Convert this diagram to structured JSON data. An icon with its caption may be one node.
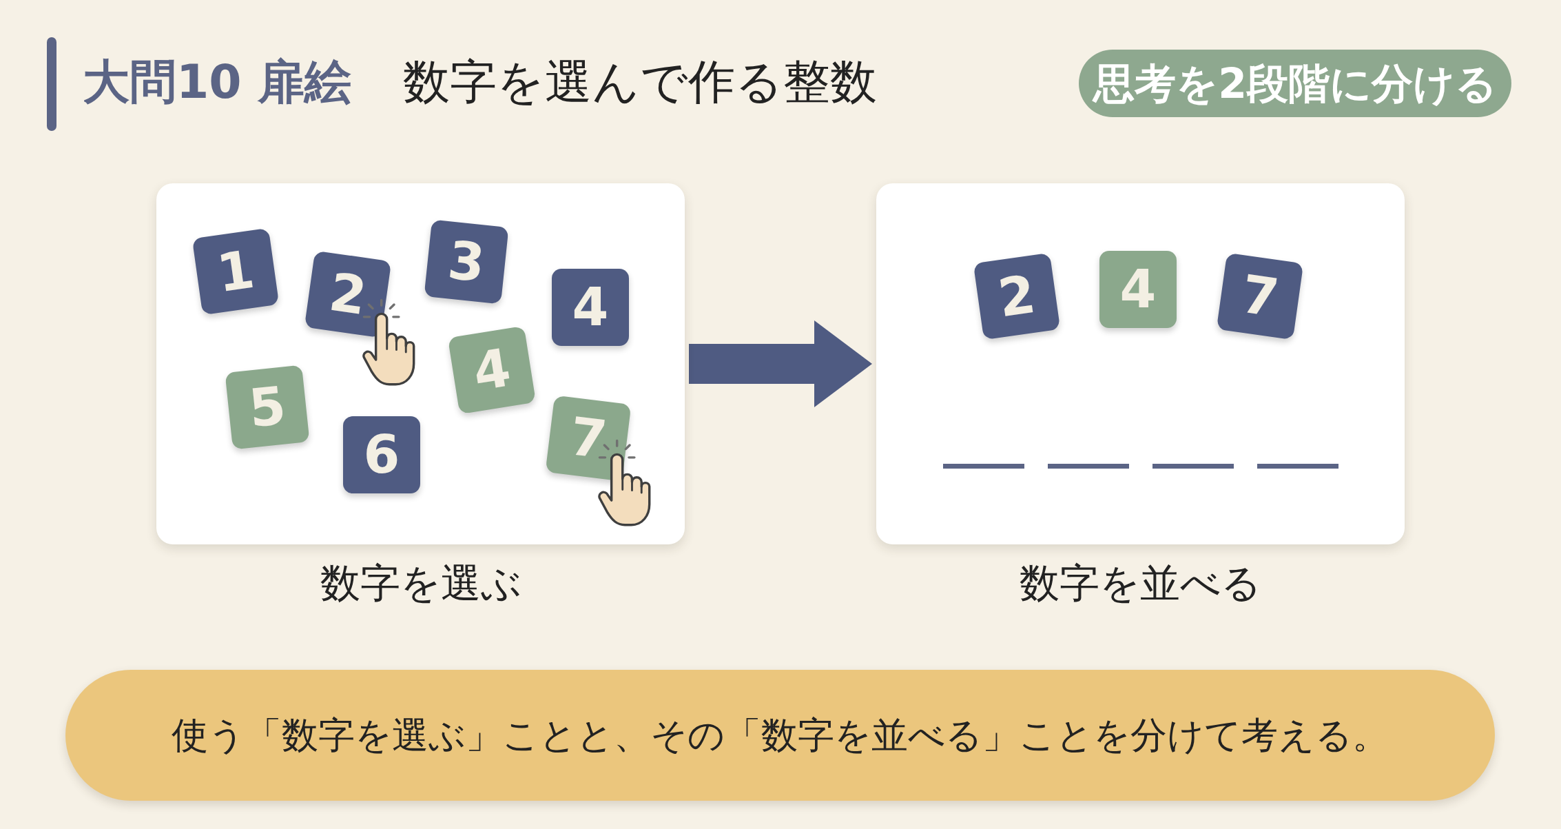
{
  "diagram": {
    "title": "数字を選んで作る整数",
    "nodes": [
      {
        "text": [
          "思考を2段階に分ける"
        ]
      },
      {
        "text": [],
        "shape": "box",
        "beside": [
          "数字を選ぶ"
        ]
      },
      {
        "text": [
          "1"
        ],
        "in": 1
      },
      {
        "text": [
          "2"
        ],
        "in": 1
      },
      {
        "text": [
          "3"
        ],
        "in": 1
      },
      {
        "text": [
          "4"
        ],
        "in": 1
      },
      {
        "text": [
          "5"
        ],
        "in": 1
      },
      {
        "text": [
          "4"
        ],
        "in": 1
      },
      {
        "text": [
          "6"
        ],
        "in": 1
      },
      {
        "text": [
          "7"
        ],
        "in": 1
      },
      {
        "text": [],
        "shape": "box",
        "beside": [
          "数字を並べる"
        ]
      },
      {
        "text": [
          "2"
        ],
        "in": 10
      },
      {
        "text": [
          "4"
        ],
        "in": 10
      },
      {
        "text": [
          "7"
        ],
        "in": 10
      },
      {
        "text": [
          "使う「数字を選ぶ」ことと、その「数字を並べる」ことを分けて考える。"
        ]
      }
    ],
    "edges": [
      {
        "from": 1,
        "to": 10,
        "arrow": "to"
      }
    ],
    "labels": [
      "大問10 扉絵"
    ]
  }
}
